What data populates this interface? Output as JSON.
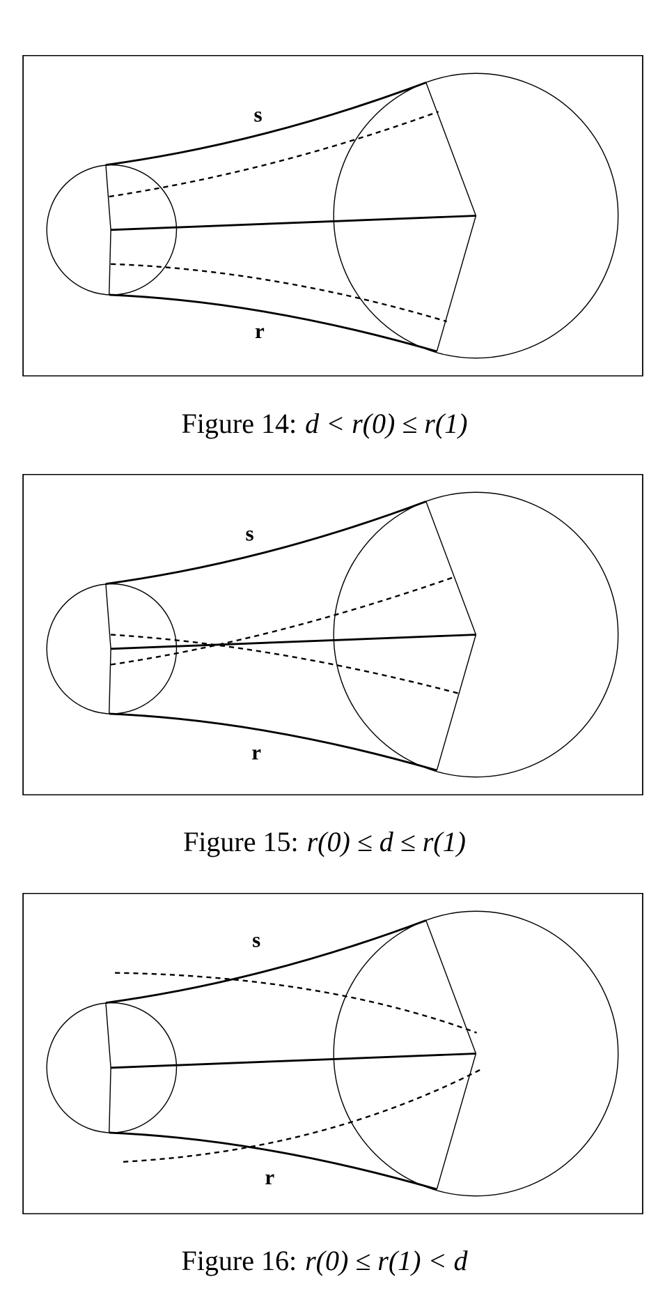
{
  "figures": [
    {
      "label": "Figure 14:",
      "formula": "d < r(0) ≤ r(1)",
      "upper_curve_label": "s",
      "lower_curve_label": "r"
    },
    {
      "label": "Figure 15:",
      "formula": "r(0) ≤ d ≤ r(1)",
      "upper_curve_label": "s",
      "lower_curve_label": "r"
    },
    {
      "label": "Figure 16:",
      "formula": "r(0) ≤ r(1) < d",
      "upper_curve_label": "s",
      "lower_curve_label": "r"
    }
  ]
}
